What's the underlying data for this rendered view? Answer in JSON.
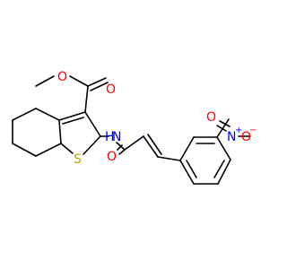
{
  "molecule": {
    "atoms": {
      "ester_methoxy_O": "O",
      "ester_carbonyl_O": "O",
      "amide_N": "N",
      "amide_H": "H",
      "amide_carbonyl_O": "O",
      "thiophene_S": "S",
      "nitro_N": "N",
      "nitro_O_right": "O",
      "nitro_O_top": "O"
    },
    "charges": {
      "nitro_N": "+",
      "nitro_O_right": "−"
    }
  },
  "colors": {
    "bond": "#000000",
    "O": "#ff0000",
    "N": "#0000ff",
    "S": "#b8a800"
  }
}
